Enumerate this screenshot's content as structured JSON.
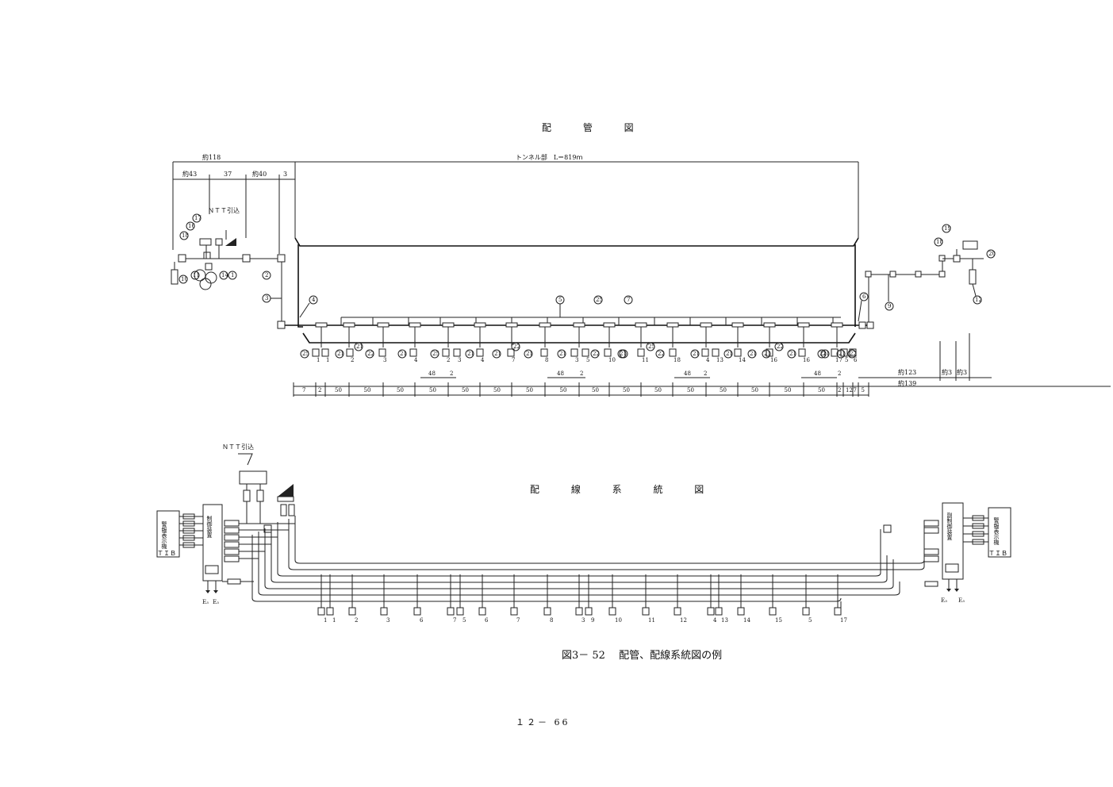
{
  "piping": {
    "title": "配 管 図",
    "tunnel_label": "トンネル部　L＝819ｍ",
    "left_total": "約118",
    "left_dims": [
      "約43",
      "37",
      "約40",
      "3"
    ],
    "ntt_label": "ＮＴＴ引込",
    "right_dims_top": [
      "約123",
      "約3",
      "約3"
    ],
    "right_dim_bottom": "約139",
    "bottom_dims": [
      "7",
      "2",
      "50",
      "50",
      "50",
      "50",
      "50",
      "50",
      "50",
      "50",
      "50",
      "50",
      "50",
      "50",
      "50",
      "50",
      "50",
      "50",
      "2",
      "12",
      "7",
      "5"
    ],
    "span_48": [
      "48",
      "2",
      "48",
      "2",
      "48",
      "2",
      "48",
      "2"
    ],
    "left_circles": [
      "17",
      "16",
      "18",
      "11",
      "14",
      "1",
      "10",
      "2",
      "3",
      "4"
    ],
    "mid_circles": [
      "5",
      "25",
      "7",
      "6"
    ],
    "right_circles": [
      "19",
      "18",
      "20",
      "9",
      "12"
    ],
    "below_circles": [
      "25",
      "21",
      "21",
      "22",
      "21",
      "25",
      "21",
      "21",
      "22",
      "21",
      "21",
      "22",
      "21",
      "25",
      "22",
      "21",
      "21",
      "21",
      "22",
      "21",
      "21",
      "22",
      "21",
      "21",
      "21"
    ],
    "box_numbers": [
      "1",
      "1",
      "2",
      "3",
      "4",
      "2",
      "3",
      "4",
      "7",
      "8",
      "3",
      "5",
      "10",
      "11",
      "18",
      "4",
      "13",
      "14",
      "16",
      "16",
      "17",
      "5",
      "6"
    ]
  },
  "wiring": {
    "title": "配 線 系 統 図",
    "ntt_label": "ＮＴＴ引込",
    "left_panel_label": "警報表示機",
    "left_panel_sub": "ＴＩＢ",
    "left_control_label": "制御装置",
    "right_control_label": "副制御装置",
    "right_panel_label": "警報表示機",
    "right_panel_sub": "ＴＩＢ",
    "ground_left": [
      "E₃",
      "E₃"
    ],
    "ground_right": [
      "E₃",
      "E₃"
    ],
    "box_labels": [
      "1",
      "1",
      "2",
      "3",
      "6",
      "7",
      "5",
      "6",
      "7",
      "8",
      "3",
      "9",
      "10",
      "11",
      "12",
      "4",
      "13",
      "14",
      "15",
      "5",
      "17"
    ]
  },
  "caption": "図3－ 52　 配管、配線系統図の例",
  "page_number": "１２－ 66"
}
